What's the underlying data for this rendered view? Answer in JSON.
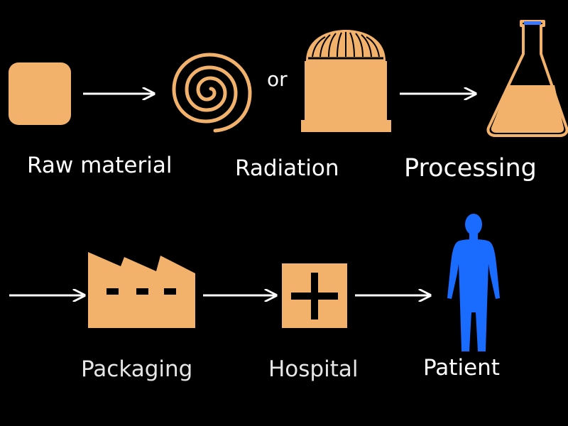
{
  "colors": {
    "background": "#000000",
    "icon_fill": "#f2b26b",
    "icon_dark": "#000000",
    "arrow": "#ffffff",
    "patient": "#1a6bff",
    "label": "#ffffff"
  },
  "labels": {
    "raw_material": "Raw material",
    "or": "or",
    "radiation": "Radiation",
    "processing": "Processing",
    "packaging": "Packaging",
    "hospital": "Hospital",
    "patient": "Patient"
  },
  "icons": {
    "raw_material": "rounded-square-icon",
    "radiation_a": "spiral-icon",
    "radiation_b": "reactor-dome-icon",
    "processing": "flask-icon",
    "packaging": "factory-icon",
    "hospital": "medical-cross-icon",
    "patient": "human-figure-icon"
  }
}
